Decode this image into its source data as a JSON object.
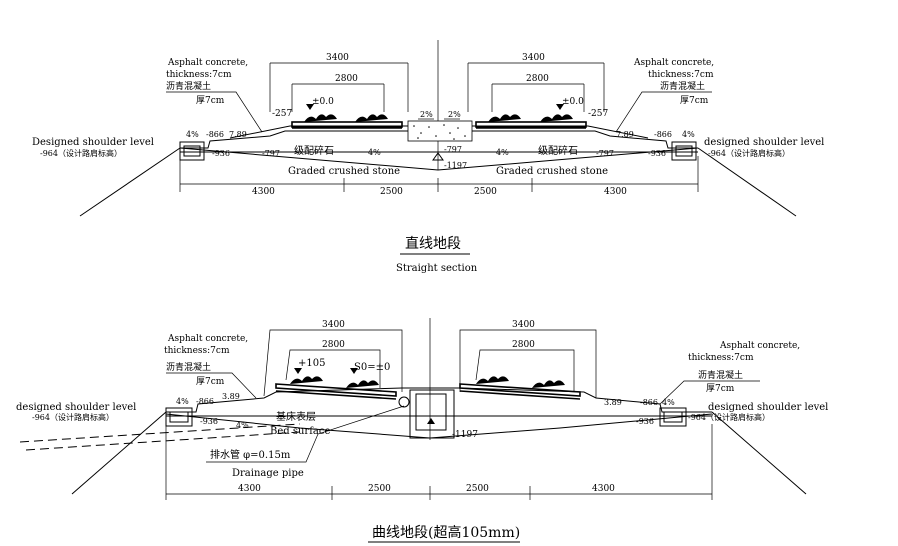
{
  "straight": {
    "left_asphalt": [
      "Asphalt concrete,",
      "thickness:7cm",
      "沥青混凝土",
      "厚7cm"
    ],
    "right_asphalt": [
      "Asphalt concrete,",
      "thickness:7cm",
      "沥青混凝土",
      "厚7cm"
    ],
    "dim_3400_left": "3400",
    "dim_3400_right": "3400",
    "dim_2800_left": "2800",
    "dim_2800_right": "2800",
    "rail_level_left": "±0.0",
    "rail_level_right": "±0.0",
    "el_m257_left": "-257",
    "el_m257_right": "-257",
    "slope_2pct_left": "2%",
    "slope_2pct_right": "2%",
    "slope_4pct_left_outer": "4%",
    "slope_4pct_right_outer": "4%",
    "slope_4pct_left_inner": "4%",
    "slope_4pct_right_inner": "4%",
    "el_m866_left": "-866",
    "el_m866_right": "-866",
    "val_789_left": "7.89",
    "val_789_right": "7.89",
    "shoulder_left": "Designed shoulder level",
    "shoulder_right": "designed shoulder level",
    "el_m964_left": "-964（设计路肩标高）",
    "el_m964_right": "-964（设计路肩标高）",
    "el_m936_left": "-936",
    "el_m936_right": "-936",
    "el_m797_left": "-797",
    "el_m797_right": "-797",
    "el_m797_center": "-797",
    "el_m1197": "-1197",
    "graded_cn_left": "级配碎石",
    "graded_cn_right": "级配碎石",
    "graded_en_left": "Graded crushed stone",
    "graded_en_right": "Graded crushed stone",
    "dims_bottom": [
      "4300",
      "2500",
      "2500",
      "4300"
    ],
    "title_cn": "直线地段",
    "title_en": "Straight section"
  },
  "curve": {
    "dim_3400_left": "3400",
    "dim_3400_right": "3400",
    "dim_2800_left": "2800",
    "dim_2800_right": "2800",
    "rail_plus105": "+105",
    "rail_s0": "S0=±0",
    "left_asphalt": [
      "Asphalt concrete,",
      "thickness:7cm",
      "沥青混凝土",
      "厚7cm"
    ],
    "right_asphalt": [
      "Asphalt concrete,",
      "thickness:7cm",
      "沥青混凝土",
      "厚7cm"
    ],
    "slope_4pct_left": "4%",
    "slope_4pct_right": "4%",
    "slope_4pct_bed": "4%",
    "el_m866_left": "-866",
    "el_m866_right": "-866",
    "val_389_left": "3.89",
    "val_389_right": "3.89",
    "shoulder_left": "designed shoulder level",
    "shoulder_right": "designed shoulder level",
    "el_m964_left": "-964（设计路肩标高）",
    "el_m964_right": "-964（设计路肩标高）",
    "el_m936_left": "-936",
    "el_m936_right": "-936",
    "bed_cn": "基床表层",
    "bed_en": "Bed surface",
    "el_m1197": "-1197",
    "drain_cn": "排水管 φ=0.15m",
    "drain_en": "Drainage pipe",
    "dims_bottom": [
      "4300",
      "2500",
      "2500",
      "4300"
    ],
    "title": "曲线地段(超高105mm)"
  }
}
